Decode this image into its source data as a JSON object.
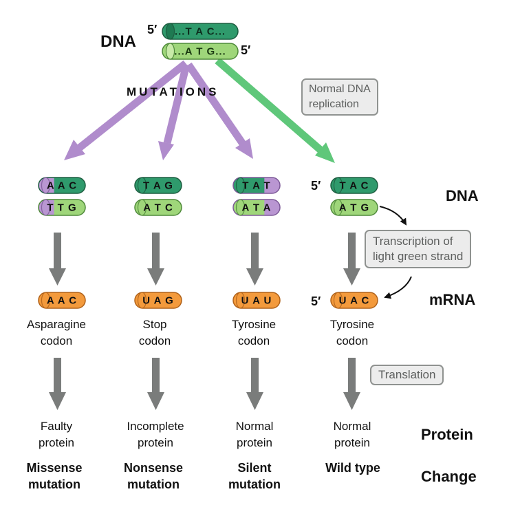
{
  "top": {
    "dna_label": "DNA",
    "prime_top": "5′",
    "prime_bottom": "5′",
    "strand_top": "...T A C...",
    "strand_bottom": "...A T G...",
    "mutations_label": "MUTATIONS",
    "normal_replication": [
      "Normal DNA",
      "replication"
    ]
  },
  "row_labels": {
    "dna": "DNA",
    "mrna": "mRNA",
    "protein": "Protein",
    "change": "Change"
  },
  "process_labels": {
    "transcription": [
      "Transcription of",
      "light green strand"
    ],
    "translation": "Translation",
    "prime_dna": "5′",
    "prime_mrna": "5′"
  },
  "columns": [
    {
      "dna_top": "A A C",
      "dna_bottom": "T T G",
      "mrna": "A A C",
      "codon": [
        "Asparagine",
        "codon"
      ],
      "protein": [
        "Faulty",
        "protein"
      ],
      "change": [
        "Missense",
        "mutation"
      ]
    },
    {
      "dna_top": "T A G",
      "dna_bottom": "A T C",
      "mrna": "U A G",
      "codon": [
        "Stop",
        "codon"
      ],
      "protein": [
        "Incomplete",
        "protein"
      ],
      "change": [
        "Nonsense",
        "mutation"
      ]
    },
    {
      "dna_top": "T A T",
      "dna_bottom": "A T A",
      "mrna": "U A U",
      "codon": [
        "Tyrosine",
        "codon"
      ],
      "protein": [
        "Normal",
        "protein"
      ],
      "change": [
        "Silent",
        "mutation"
      ]
    },
    {
      "dna_top": "T A C",
      "dna_bottom": "A T G",
      "mrna": "U A C",
      "codon": [
        "Tyrosine",
        "codon"
      ],
      "protein": [
        "Normal",
        "protein"
      ],
      "change": [
        "Wild type"
      ]
    }
  ],
  "colors": {
    "dark_green": "#2f9a6c",
    "light_green": "#9fd67a",
    "purple": "#b996d2",
    "orange": "#f39a3c",
    "arrow_purple": "#b08ccc",
    "arrow_green": "#5fc77a",
    "arrow_gray": "#7a7c7b"
  }
}
